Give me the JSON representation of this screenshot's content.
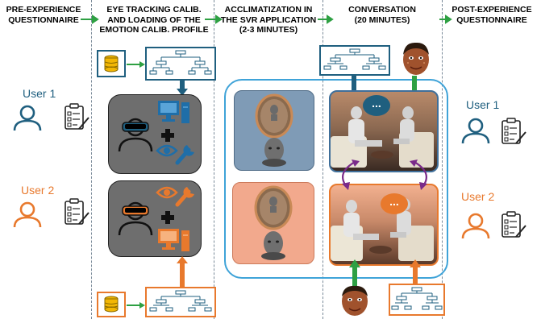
{
  "headers": {
    "col1": "PRE-EXPERIENCE\nQUESTIONNAIRE",
    "col2": "EYE TRACKING CALIB.\nAND LOADING OF THE\nEMOTION CALIB. PROFILE",
    "col3": "ACCLIMATIZATION IN\nTHE SVR APPLICATION\n(2-3 MINUTES)",
    "col4": "CONVERSATION\n(20 MINUTES)",
    "col5": "POST-EXPERIENCE\nQUESTIONNAIRE"
  },
  "users": {
    "user1": "User 1",
    "user2": "User 2"
  },
  "speech": {
    "ellipsis": "..."
  },
  "colors": {
    "user1": "#1f5f7f",
    "user2": "#e8792d",
    "arrow_green": "#2ea043",
    "arrow_purple": "#7a2a8a",
    "dashed": "#7a8a99",
    "grey_panel": "#6e6e6e",
    "blue_panel": "#7f9bb6",
    "orange_panel": "#f2a98d"
  },
  "icons": {
    "questionnaire": "clipboard-checklist-icon",
    "user": "person-outline-icon",
    "database": "database-icon",
    "network": "network-diagram-icon",
    "vr": "vr-headset-icon",
    "computer": "computer-icon",
    "eye": "eye-icon",
    "wrench": "wrench-icon",
    "plus": "plus-icon"
  }
}
